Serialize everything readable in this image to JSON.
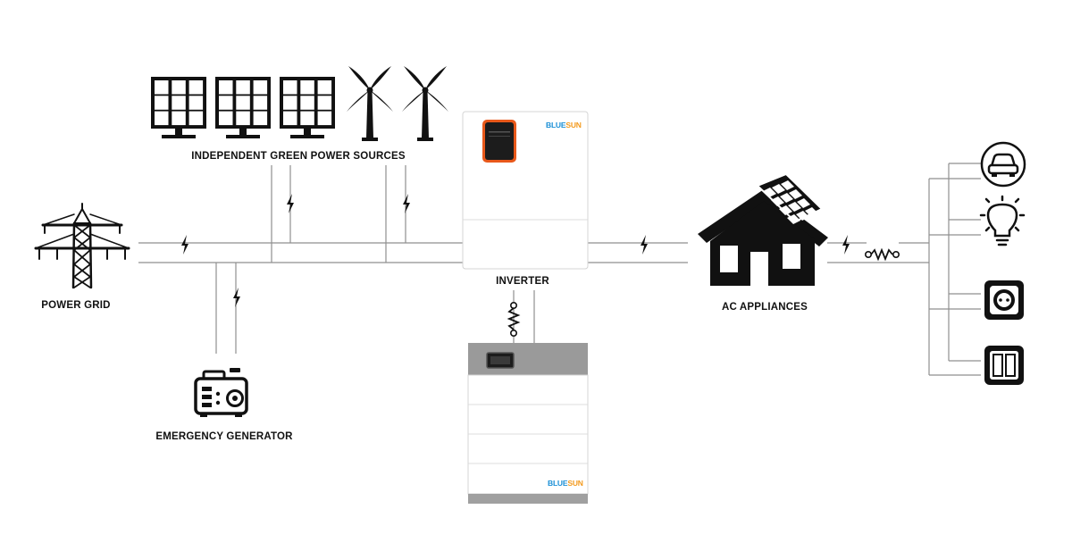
{
  "labels": {
    "green_sources": "INDEPENDENT GREEN POWER SOURCES",
    "power_grid": "POWER GRID",
    "emergency_generator": "EMERGENCY GENERATOR",
    "inverter": "INVERTER",
    "ac_appliances": "AC APPLIANCES"
  },
  "branding": {
    "part1": "BLUE",
    "part2": "SUN"
  },
  "icons": {
    "solar_panel": "solar-panel-icon",
    "wind_turbine": "wind-turbine-icon",
    "pylon": "power-pylon-icon",
    "generator": "generator-icon",
    "inverter": "inverter-device",
    "battery": "battery-stack",
    "house": "solar-house-icon",
    "car": "car-icon",
    "bulb": "light-bulb-icon",
    "socket": "power-socket-icon",
    "switch": "light-switch-icon",
    "lightning": "lightning-icon",
    "resistor": "resistor-icon"
  },
  "colors": {
    "brand_blue": "#1a8fd6",
    "brand_orange": "#f39a1e",
    "inverter_screen_glow": "#e8581a",
    "battery_top": "#9a9a9a",
    "line": "#8f8f8f"
  }
}
